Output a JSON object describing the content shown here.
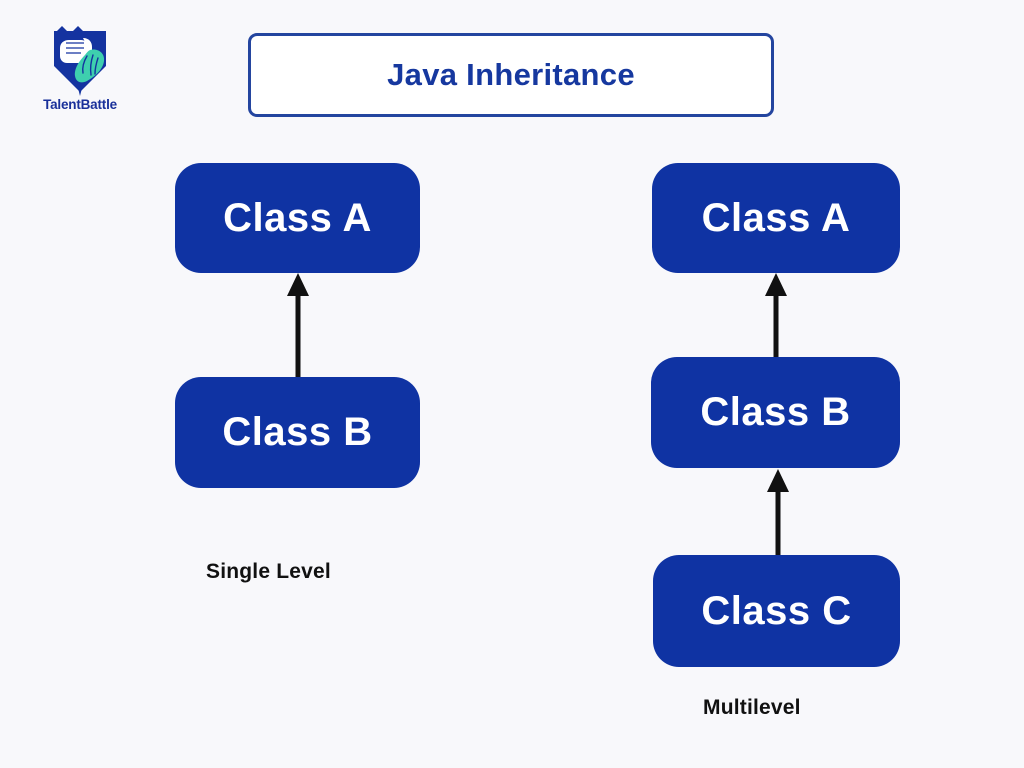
{
  "brand": {
    "name": "TalentBattle",
    "logo_icon": "talentbattle-shield-fist-brain-icon",
    "shield_color": "#1433a0",
    "brain_color": "#3ecfae",
    "fist_color": "#ffffff",
    "text_color": "#19309a"
  },
  "title": {
    "text": "Java Inheritance",
    "text_color": "#16389f",
    "border_color": "#24459f",
    "background": "#ffffff"
  },
  "canvas": {
    "background": "#f8f8fb"
  },
  "diagrams": [
    {
      "id": "single-level",
      "caption": "Single Level",
      "nodes": [
        {
          "id": "left-class-a",
          "label": "Class A"
        },
        {
          "id": "left-class-b",
          "label": "Class B"
        }
      ],
      "edges": [
        {
          "from": "left-class-b",
          "to": "left-class-a",
          "arrow": "up"
        }
      ]
    },
    {
      "id": "multilevel",
      "caption": "Multilevel",
      "nodes": [
        {
          "id": "right-class-a",
          "label": "Class A"
        },
        {
          "id": "right-class-b",
          "label": "Class B"
        },
        {
          "id": "right-class-c",
          "label": "Class C"
        }
      ],
      "edges": [
        {
          "from": "right-class-b",
          "to": "right-class-a",
          "arrow": "up"
        },
        {
          "from": "right-class-c",
          "to": "right-class-b",
          "arrow": "up"
        }
      ]
    }
  ],
  "node_style": {
    "fill": "#0f33a3",
    "label_color": "#ffffff"
  },
  "arrow_style": {
    "color": "#111111"
  }
}
